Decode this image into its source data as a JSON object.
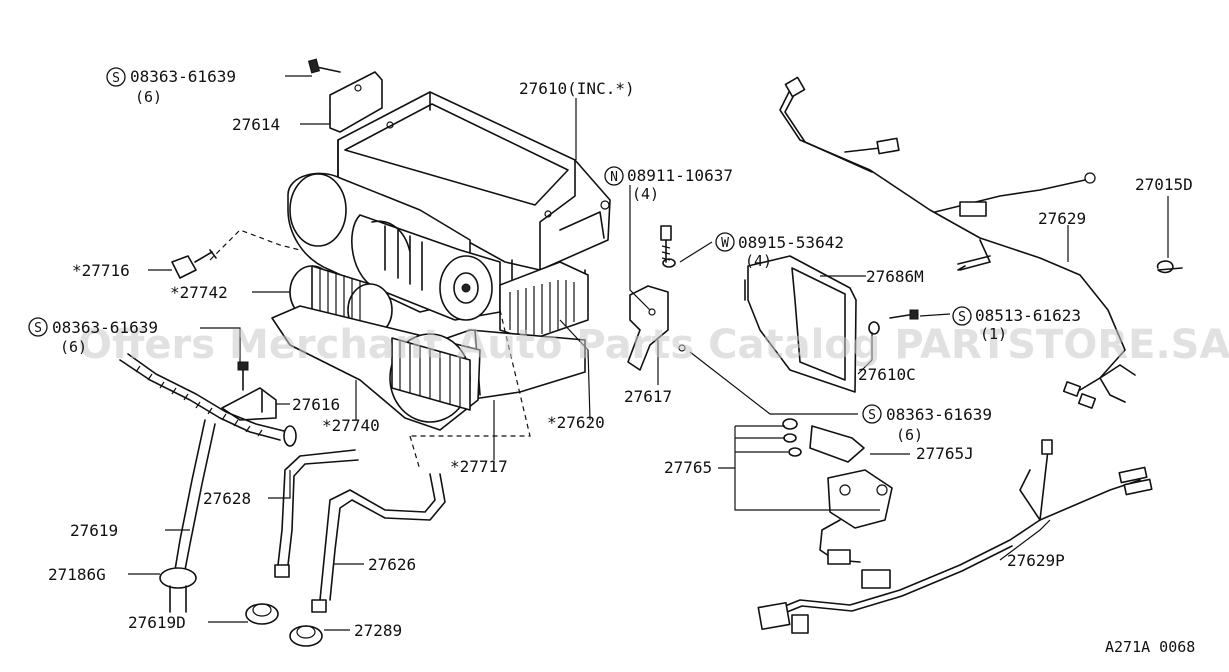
{
  "watermark": "Offers Merchant Auto Parts Catalog PARTSTORE.SA",
  "diagram_code": "A271A 0068",
  "labels": {
    "l_08363_top": "08363-61639",
    "l_08363_top_qty": "(6)",
    "l_27614": "27614",
    "l_27610": "27610(INC.*)",
    "l_08911": "08911-10637",
    "l_08911_qty": "(4)",
    "l_08915": "08915-53642",
    "l_08915_qty": "(4)",
    "l_27686M": "27686M",
    "l_08513": "08513-61623",
    "l_08513_qty": "(1)",
    "l_27610C": "27610C",
    "l_27617": "27617",
    "l_08363_right": "08363-61639",
    "l_08363_right_qty": "(6)",
    "l_27765J": "27765J",
    "l_27765": "27765",
    "l_27716": "*27716",
    "l_27742": "*27742",
    "l_08363_left": "08363-61639",
    "l_08363_left_qty": "(6)",
    "l_27616": "27616",
    "l_27740": "*27740",
    "l_27620": "*27620",
    "l_27717": "*27717",
    "l_27628": "27628",
    "l_27619": "27619",
    "l_27626": "27626",
    "l_27186G": "27186G",
    "l_27619D": "27619D",
    "l_27289": "27289",
    "l_27629": "27629",
    "l_27015D": "27015D",
    "l_27629P": "27629P"
  },
  "circle_marks": {
    "s": "S",
    "n": "N",
    "w": "W"
  }
}
